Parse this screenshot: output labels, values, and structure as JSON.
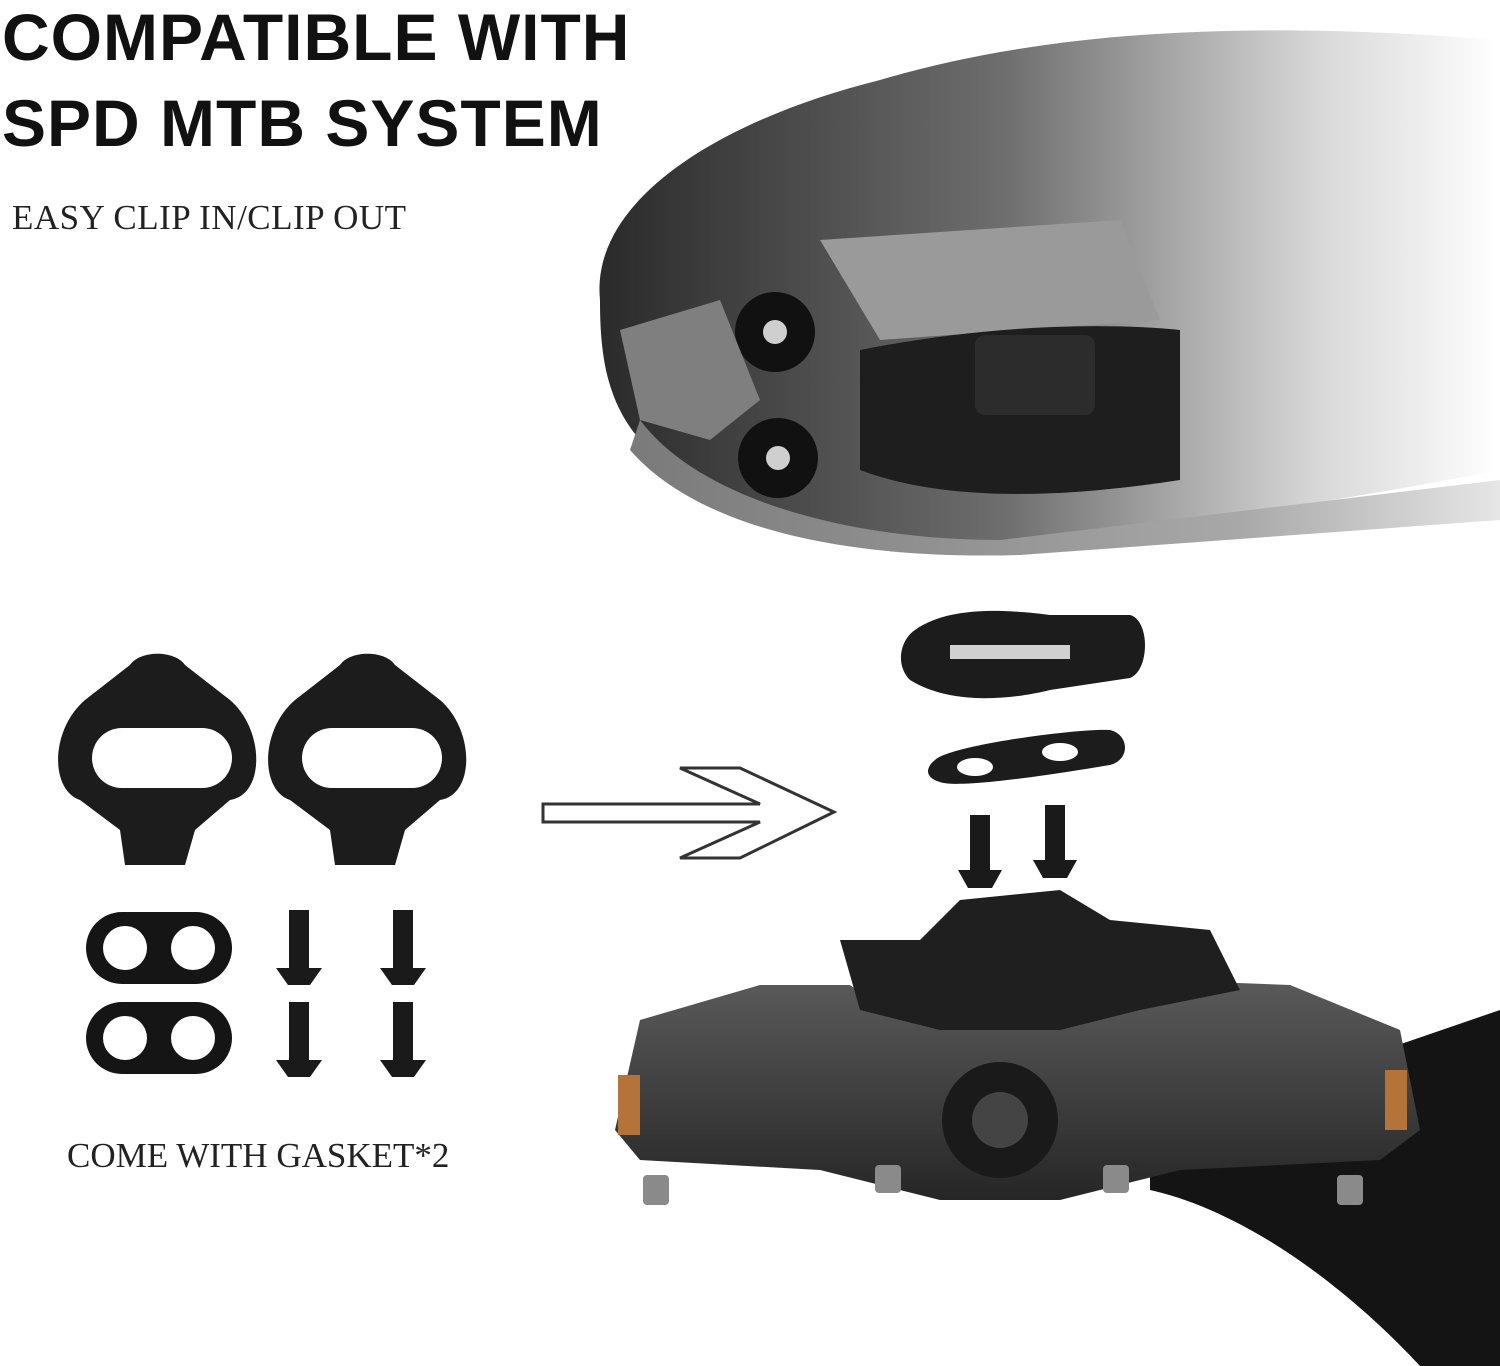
{
  "headline": {
    "line1": "COMPATIBLE WITH",
    "line2": "SPD MTB SYSTEM"
  },
  "subheadline": "EASY CLIP IN/CLIP OUT",
  "caption": "COME WITH GASKET*2",
  "colors": {
    "text": "#111111",
    "cleat": "#1c1c1c",
    "pedal_body": "#3a3a3a",
    "reflector": "#b5733a",
    "arrow_outline": "#333333"
  }
}
